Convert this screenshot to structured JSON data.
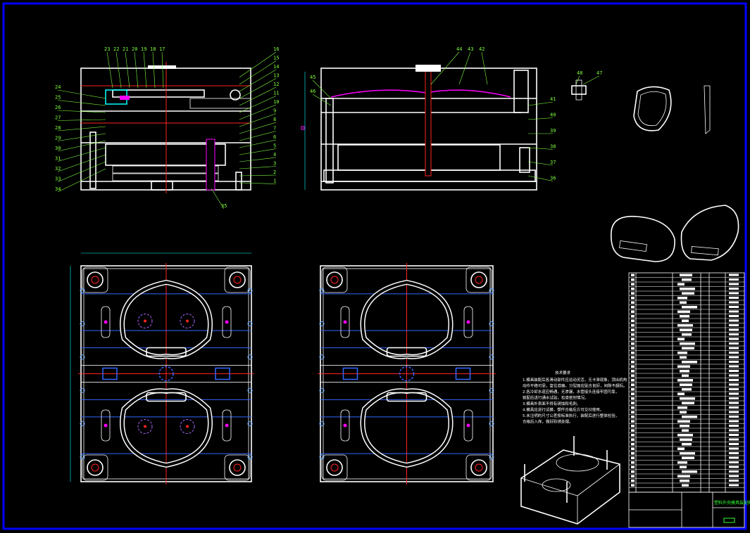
{
  "colors": {
    "background": "#000000",
    "frame": "#0000ff",
    "outline": "#ffffff",
    "hatch": "#00c8c8",
    "center": "#ff2020",
    "leader": "#7fff3f",
    "accent": "#ff00ff"
  },
  "section_a": {
    "labels_top": [
      "23",
      "22",
      "21",
      "20",
      "19",
      "18",
      "17"
    ],
    "labels_left": [
      "24",
      "25",
      "26",
      "27",
      "28",
      "29",
      "30",
      "31",
      "32",
      "33",
      "34"
    ],
    "labels_right": [
      "16",
      "15",
      "14",
      "13",
      "12",
      "11",
      "10",
      "9",
      "8",
      "7",
      "6",
      "5",
      "4",
      "3",
      "2",
      "1"
    ],
    "label_bottom": "35"
  },
  "section_b": {
    "labels_top": [
      "44",
      "43",
      "42"
    ],
    "labels_left": [
      "45",
      "46"
    ],
    "labels_right": [
      "41",
      "40",
      "39",
      "38",
      "37",
      "36"
    ],
    "detail_labels": [
      "48",
      "47"
    ]
  },
  "notes": {
    "title": "技术要求",
    "lines": [
      "1.模具装配后各滑动部件应运动灵活，无卡滞现象，顶出机构",
      "动作平稳可靠，复位准确，分型面应贴合良好，间隙不超标。",
      "2.各冷却水道应畅通，无渗漏，水管接头连接牢固可靠，",
      "装配后进行通水试验，检查密封情况。",
      "3.模具外表面不得有锈蚀和毛刺。",
      "4.模具应进行试模，塑件合格后方可交付使用。",
      "5.未注明的尺寸公差按标准执行，装配后进行整体检验，",
      "合格后入库，做好防锈处理。"
    ]
  },
  "title_block": {
    "drawing_title": "塑料外壳模具装配图"
  }
}
